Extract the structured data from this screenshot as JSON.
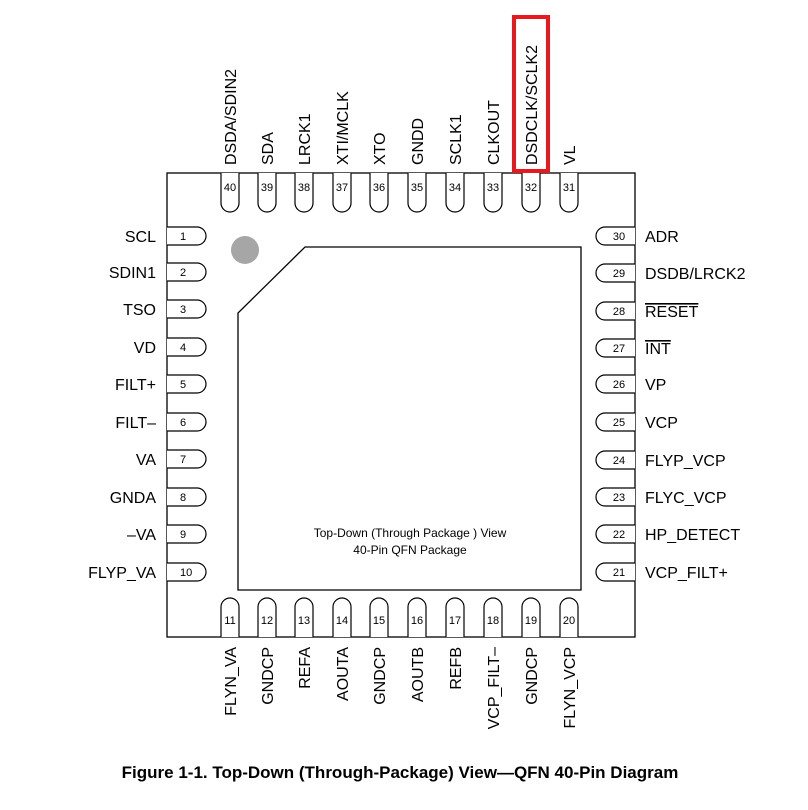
{
  "package": {
    "view_title": "Top-Down (Through Package ) View",
    "package_name": "40-Pin QFN Package"
  },
  "caption": "Figure 1-1. Top-Down (Through-Package) View—QFN 40-Pin Diagram",
  "highlight_color": "#e8191e",
  "pins": {
    "left": [
      {
        "number": "1",
        "name": "SCL"
      },
      {
        "number": "2",
        "name": "SDIN1"
      },
      {
        "number": "3",
        "name": "TSO"
      },
      {
        "number": "4",
        "name": "VD"
      },
      {
        "number": "5",
        "name": "FILT+"
      },
      {
        "number": "6",
        "name": "FILT–"
      },
      {
        "number": "7",
        "name": "VA"
      },
      {
        "number": "8",
        "name": "GNDA"
      },
      {
        "number": "9",
        "name": "–VA"
      },
      {
        "number": "10",
        "name": "FLYP_VA"
      }
    ],
    "bottom": [
      {
        "number": "11",
        "name": "FLYN_VA"
      },
      {
        "number": "12",
        "name": "GNDCP"
      },
      {
        "number": "13",
        "name": "REFA"
      },
      {
        "number": "14",
        "name": "AOUTA"
      },
      {
        "number": "15",
        "name": "GNDCP"
      },
      {
        "number": "16",
        "name": "AOUTB"
      },
      {
        "number": "17",
        "name": "REFB"
      },
      {
        "number": "18",
        "name": "VCP_FILT–"
      },
      {
        "number": "19",
        "name": "GNDCP"
      },
      {
        "number": "20",
        "name": "FLYN_VCP"
      }
    ],
    "right": [
      {
        "number": "21",
        "name": "VCP_FILT+",
        "overline": false
      },
      {
        "number": "22",
        "name": "HP_DETECT",
        "overline": false
      },
      {
        "number": "23",
        "name": "FLYC_VCP",
        "overline": false
      },
      {
        "number": "24",
        "name": "FLYP_VCP",
        "overline": false
      },
      {
        "number": "25",
        "name": "VCP",
        "overline": false
      },
      {
        "number": "26",
        "name": "VP",
        "overline": false
      },
      {
        "number": "27",
        "name": "INT",
        "overline": true
      },
      {
        "number": "28",
        "name": "RESET",
        "overline": true
      },
      {
        "number": "29",
        "name": "DSDB/LRCK2",
        "overline": false
      },
      {
        "number": "30",
        "name": "ADR",
        "overline": false
      }
    ],
    "top": [
      {
        "number": "31",
        "name": "VL",
        "highlight": false
      },
      {
        "number": "32",
        "name": "DSDCLK/SCLK2",
        "highlight": true
      },
      {
        "number": "33",
        "name": "CLKOUT",
        "highlight": false
      },
      {
        "number": "34",
        "name": "SCLK1",
        "highlight": false
      },
      {
        "number": "35",
        "name": "GNDD",
        "highlight": false
      },
      {
        "number": "36",
        "name": "XTO",
        "highlight": false
      },
      {
        "number": "37",
        "name": "XTI/MCLK",
        "highlight": false
      },
      {
        "number": "38",
        "name": "LRCK1",
        "highlight": false
      },
      {
        "number": "39",
        "name": "SDA",
        "highlight": false
      },
      {
        "number": "40",
        "name": "DSDA/SDIN2",
        "highlight": false
      }
    ]
  }
}
